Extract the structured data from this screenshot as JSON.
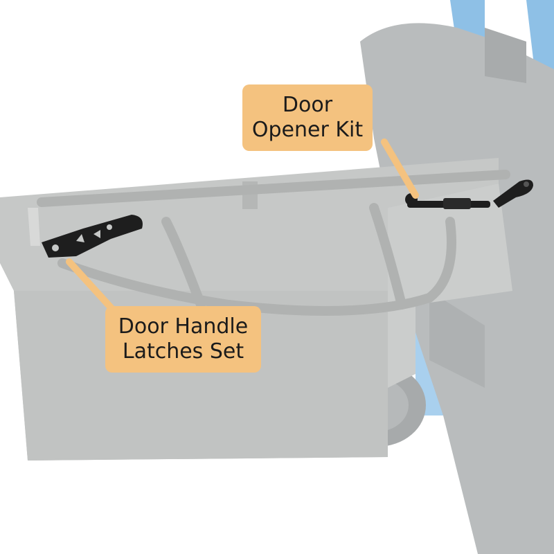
{
  "callouts": {
    "door_opener_kit": {
      "line1": "Door",
      "line2": "Opener Kit"
    },
    "door_handle_latches": {
      "line1": "Door Handle",
      "line2": "Latches Set"
    }
  },
  "colors": {
    "callout_fill": "#f4c27f",
    "vehicle_gray": "#c9cbca",
    "frame_blue": "#7fb6e0",
    "part_black": "#1e1e1e"
  }
}
